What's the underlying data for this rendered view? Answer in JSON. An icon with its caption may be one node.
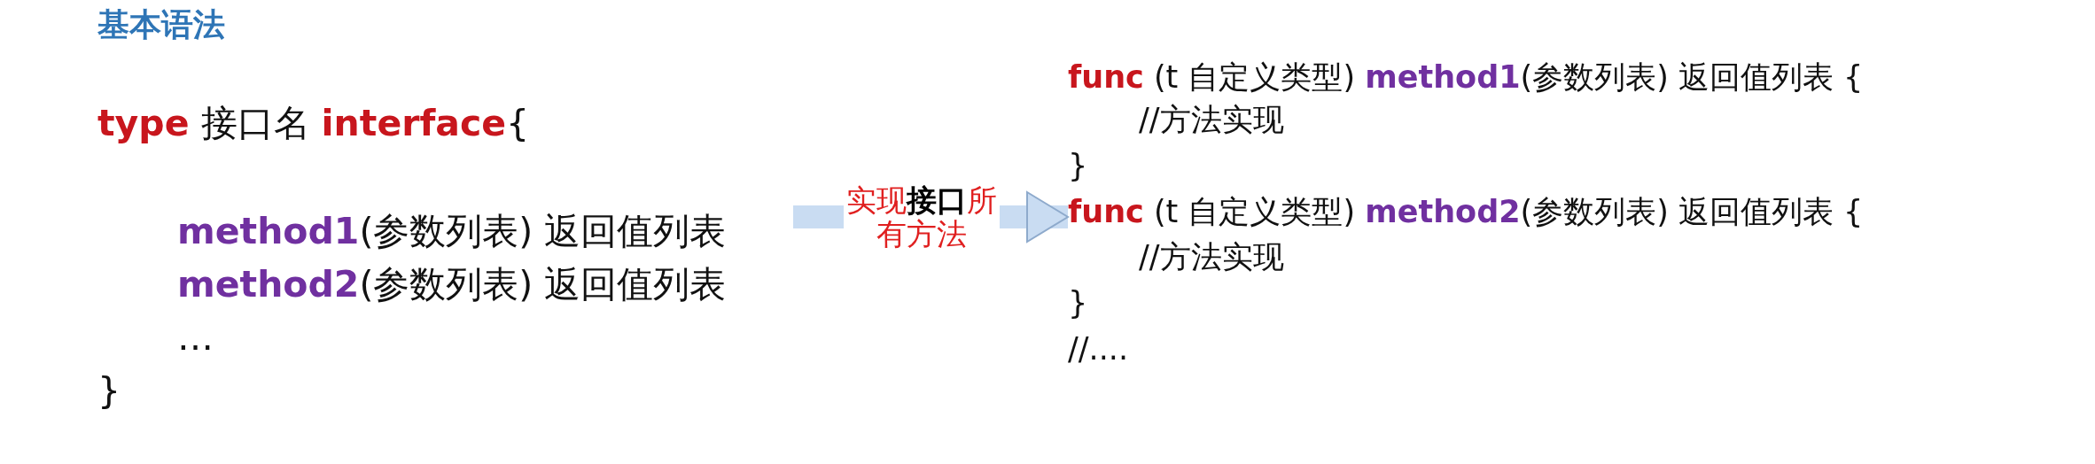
{
  "diagram": {
    "title": "基本语法",
    "nodes": [
      {
        "text": [
          "**type** 接口名 **interface**{",
          "**method1**(参数列表) 返回值列表",
          "**method2**(参数列表) 返回值列表",
          "…",
          "}"
        ]
      },
      {
        "text": [
          "**func** (t 自定义类型) **method1**(参数列表) 返回值列表 {",
          "//方法实现",
          "}",
          "**func** (t 自定义类型) **method2**(参数列表) 返回值列表 {",
          "//方法实现",
          "}",
          "//...."
        ]
      }
    ],
    "edges": [
      {
        "from": 0,
        "to": 1,
        "arrow": "to",
        "label": "实现**接口**所有方法"
      }
    ]
  }
}
